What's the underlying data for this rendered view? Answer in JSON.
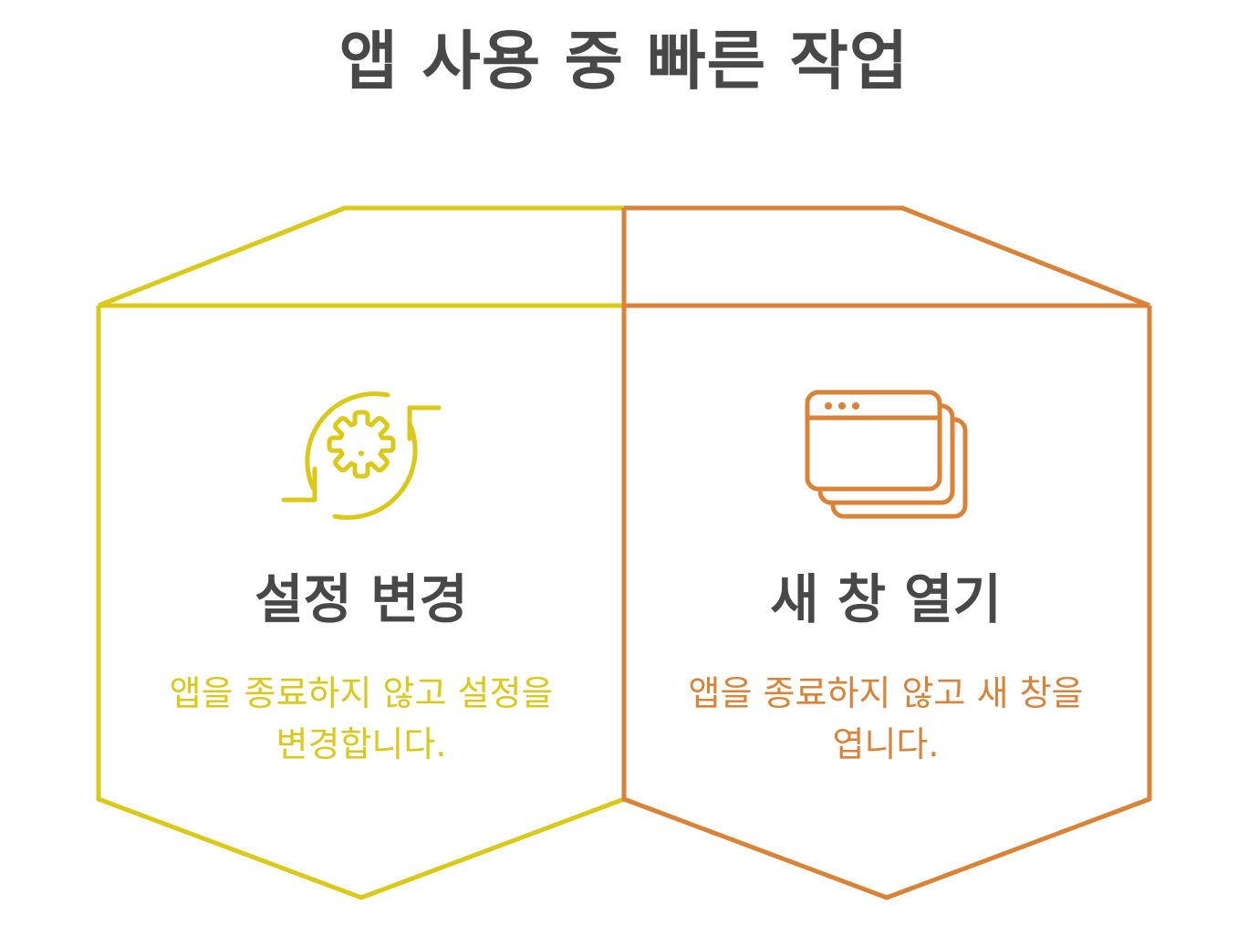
{
  "title": "앱 사용 중 빠른 작업",
  "colors": {
    "left_accent": "#DCC816",
    "right_accent": "#DC8236",
    "text_dark": "#484848"
  },
  "cards": [
    {
      "icon": "gear-refresh-icon",
      "title": "설정 변경",
      "description": "앱을 종료하지 않고 설정을 변경합니다."
    },
    {
      "icon": "windows-stack-icon",
      "title": "새 창 열기",
      "description": "앱을 종료하지 않고 새 창을 엽니다."
    }
  ]
}
